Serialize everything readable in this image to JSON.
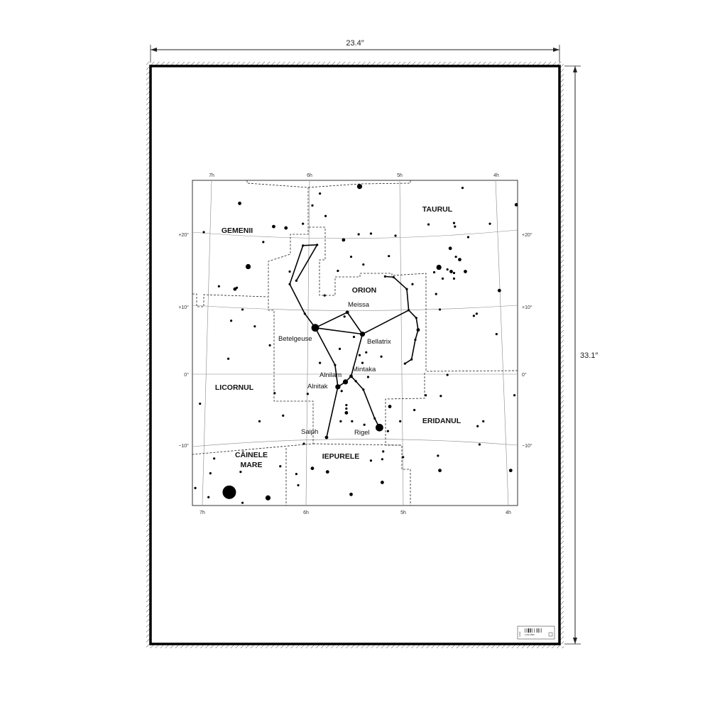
{
  "poster": {
    "width_label": "23.4″",
    "height_label": "33.1″",
    "tag_text": "LOR-9585",
    "tag_side_text": "Label"
  },
  "map": {
    "ra_labels_top": [
      "7h",
      "6h",
      "5h",
      "4h"
    ],
    "ra_labels_bottom": [
      "7h",
      "6h",
      "5h",
      "4h"
    ],
    "dec_labels": [
      "+20°",
      "+10°",
      "0°",
      "−10°"
    ],
    "constellations": {
      "taurul": "TAURUL",
      "gemenii": "GEMENII",
      "orion": "ORION",
      "licornul": "LICORNUL",
      "eridanul": "ERIDANUL",
      "cainele_line1": "CÂINELE",
      "cainele_line2": "MARE",
      "iepurele": "IEPURELE"
    },
    "star_names": {
      "meissa": "Meissa",
      "betelgeuse": "Betelgeuse",
      "bellatrix": "Bellatrix",
      "mintaka": "Mintaka",
      "alnilam": "Alnilam",
      "alnitak": "Alnitak",
      "saiph": "Saiph",
      "rigel": "Rigel"
    },
    "colors": {
      "ink": "#000000",
      "grid": "#888888",
      "paper": "#ffffff"
    },
    "stars_ra_dec_size": [
      [
        5.44,
        26.7,
        3
      ],
      [
        5.86,
        25.7,
        1
      ],
      [
        6.71,
        24.3,
        2
      ],
      [
        4.35,
        26.5,
        1
      ],
      [
        3.78,
        24.1,
        2
      ],
      [
        5.94,
        24.0,
        1
      ],
      [
        5.8,
        22.5,
        1
      ],
      [
        6.04,
        21.4,
        1
      ],
      [
        6.35,
        21.0,
        2
      ],
      [
        6.22,
        20.8,
        2
      ],
      [
        7.09,
        20.2,
        1
      ],
      [
        6.46,
        18.8,
        1
      ],
      [
        4.71,
        21.3,
        1
      ],
      [
        4.44,
        21.5,
        1
      ],
      [
        4.43,
        21.0,
        1
      ],
      [
        4.06,
        21.4,
        1
      ],
      [
        4.29,
        19.5,
        1
      ],
      [
        5.45,
        19.9,
        1
      ],
      [
        5.32,
        20.0,
        1
      ],
      [
        5.06,
        19.7,
        1
      ],
      [
        5.61,
        19.1,
        2
      ],
      [
        4.48,
        17.9,
        2
      ],
      [
        5.53,
        16.7,
        1
      ],
      [
        5.13,
        16.8,
        1
      ],
      [
        4.42,
        16.7,
        1
      ],
      [
        4.38,
        16.3,
        2
      ],
      [
        4.6,
        15.2,
        3
      ],
      [
        6.62,
        15.3,
        3
      ],
      [
        5.4,
        15.6,
        1
      ],
      [
        6.18,
        14.6,
        1
      ],
      [
        5.67,
        14.7,
        1
      ],
      [
        4.65,
        14.5,
        1
      ],
      [
        4.51,
        14.9,
        1
      ],
      [
        4.47,
        14.6,
        2
      ],
      [
        4.44,
        14.4,
        1
      ],
      [
        4.32,
        14.6,
        2
      ],
      [
        4.56,
        13.6,
        1
      ],
      [
        4.44,
        13.6,
        1
      ],
      [
        4.88,
        12.8,
        1
      ],
      [
        6.93,
        12.5,
        1
      ],
      [
        6.76,
        12.1,
        2
      ],
      [
        6.74,
        12.3,
        1
      ],
      [
        5.81,
        11.2,
        1
      ],
      [
        4.63,
        11.4,
        1
      ],
      [
        3.96,
        11.9,
        2
      ],
      [
        6.68,
        9.2,
        1
      ],
      [
        4.59,
        9.2,
        1
      ],
      [
        4.23,
        8.3,
        1
      ],
      [
        4.2,
        8.6,
        1
      ],
      [
        6.8,
        7.6,
        1
      ],
      [
        6.55,
        6.8,
        1
      ],
      [
        3.99,
        5.7,
        1
      ],
      [
        5.5,
        5.3,
        1
      ],
      [
        6.04,
        18.3,
        1
      ],
      [
        5.89,
        18.4,
        1
      ],
      [
        6.11,
        13.3,
        1
      ],
      [
        6.18,
        12.8,
        1
      ],
      [
        6.02,
        8.6,
        1
      ],
      [
        5.91,
        6.6,
        4
      ],
      [
        5.57,
        8.8,
        2
      ],
      [
        5.6,
        8.2,
        1
      ],
      [
        5.41,
        5.7,
        3
      ],
      [
        5.17,
        13.9,
        1
      ],
      [
        5.08,
        13.8,
        1
      ],
      [
        4.94,
        12.1,
        1
      ],
      [
        4.92,
        9.1,
        1
      ],
      [
        4.84,
        8.0,
        1
      ],
      [
        4.82,
        6.3,
        2
      ],
      [
        4.85,
        4.9,
        1
      ],
      [
        4.89,
        2.1,
        1
      ],
      [
        4.96,
        1.5,
        1
      ],
      [
        5.53,
        -0.3,
        2
      ],
      [
        5.59,
        -1.1,
        3
      ],
      [
        5.67,
        -1.8,
        3
      ],
      [
        5.79,
        -9.0,
        2
      ],
      [
        5.23,
        -7.6,
        4
      ],
      [
        5.28,
        -6.3,
        1
      ],
      [
        5.4,
        -2.2,
        1
      ],
      [
        5.48,
        -1.0,
        1
      ],
      [
        5.63,
        -2.4,
        1
      ],
      [
        6.39,
        4.1,
        1
      ],
      [
        6.83,
        2.2,
        1
      ],
      [
        5.65,
        3.6,
        1
      ],
      [
        5.44,
        2.7,
        1
      ],
      [
        5.37,
        3.1,
        1
      ],
      [
        5.21,
        2.5,
        1
      ],
      [
        5.41,
        1.6,
        1
      ],
      [
        5.86,
        1.6,
        1
      ],
      [
        5.7,
        1.3,
        1
      ],
      [
        5.35,
        -0.4,
        1
      ],
      [
        4.51,
        -0.1,
        1
      ],
      [
        6.34,
        -2.7,
        1
      ],
      [
        5.99,
        -2.8,
        1
      ],
      [
        7.13,
        -4.2,
        1
      ],
      [
        4.74,
        -3.0,
        1
      ],
      [
        4.58,
        -3.1,
        1
      ],
      [
        3.8,
        -3.0,
        1
      ],
      [
        5.12,
        -4.6,
        2
      ],
      [
        4.86,
        -5.1,
        1
      ],
      [
        5.58,
        -4.4,
        1
      ],
      [
        5.58,
        -4.9,
        1
      ],
      [
        5.58,
        -5.5,
        2
      ],
      [
        6.25,
        -5.9,
        1
      ],
      [
        6.5,
        -6.7,
        1
      ],
      [
        5.64,
        -6.7,
        1
      ],
      [
        5.52,
        -6.7,
        1
      ],
      [
        5.39,
        -7.2,
        1
      ],
      [
        5.14,
        -8.1,
        1
      ],
      [
        5.01,
        -6.7,
        1
      ],
      [
        4.13,
        -6.7,
        1
      ],
      [
        4.19,
        -7.4,
        1
      ],
      [
        6.03,
        -9.9,
        1
      ],
      [
        4.17,
        -10.0,
        1
      ],
      [
        6.98,
        -12.0,
        1
      ],
      [
        5.19,
        -11.0,
        1
      ],
      [
        5.2,
        -12.1,
        1
      ],
      [
        5.32,
        -12.3,
        1
      ],
      [
        4.98,
        -11.8,
        1
      ],
      [
        4.61,
        -11.6,
        1
      ],
      [
        6.28,
        -13.1,
        1
      ],
      [
        6.7,
        -13.9,
        1
      ],
      [
        7.02,
        -14.1,
        1
      ],
      [
        5.94,
        -13.4,
        2
      ],
      [
        5.78,
        -13.9,
        2
      ],
      [
        6.11,
        -14.2,
        1
      ],
      [
        4.59,
        -13.7,
        2
      ],
      [
        3.84,
        -13.7,
        2
      ],
      [
        7.18,
        -16.2,
        1
      ],
      [
        6.82,
        -16.8,
        5
      ],
      [
        6.41,
        -17.6,
        3
      ],
      [
        7.04,
        -17.5,
        1
      ],
      [
        6.68,
        -18.3,
        1
      ],
      [
        6.09,
        -15.8,
        1
      ],
      [
        5.2,
        -15.4,
        2
      ],
      [
        5.53,
        -17.1,
        2
      ]
    ],
    "figure_lines_ra_dec": [
      [
        [
          6.11,
          13.3
        ],
        [
          5.89,
          18.4
        ],
        [
          6.04,
          18.3
        ],
        [
          6.18,
          12.8
        ],
        [
          6.02,
          8.6
        ],
        [
          5.91,
          6.6
        ]
      ],
      [
        [
          5.91,
          6.6
        ],
        [
          5.57,
          8.8
        ],
        [
          5.41,
          5.7
        ],
        [
          5.91,
          6.6
        ]
      ],
      [
        [
          5.41,
          5.7
        ],
        [
          4.92,
          9.1
        ]
      ],
      [
        [
          5.17,
          13.9
        ],
        [
          5.08,
          13.8
        ],
        [
          4.94,
          12.1
        ],
        [
          4.92,
          9.1
        ],
        [
          4.84,
          8.0
        ],
        [
          4.82,
          6.3
        ],
        [
          4.85,
          4.9
        ],
        [
          4.89,
          2.1
        ],
        [
          4.96,
          1.5
        ]
      ],
      [
        [
          5.91,
          6.6
        ],
        [
          5.7,
          1.3
        ],
        [
          5.67,
          -1.8
        ]
      ],
      [
        [
          5.41,
          5.7
        ],
        [
          5.53,
          -0.3
        ]
      ],
      [
        [
          5.67,
          -1.8
        ],
        [
          5.59,
          -1.1
        ],
        [
          5.53,
          -0.3
        ]
      ],
      [
        [
          5.53,
          -0.3
        ],
        [
          5.48,
          -1.0
        ],
        [
          5.4,
          -2.2
        ],
        [
          5.28,
          -6.3
        ],
        [
          5.23,
          -7.6
        ]
      ],
      [
        [
          5.67,
          -1.8
        ],
        [
          5.79,
          -9.0
        ]
      ]
    ]
  }
}
